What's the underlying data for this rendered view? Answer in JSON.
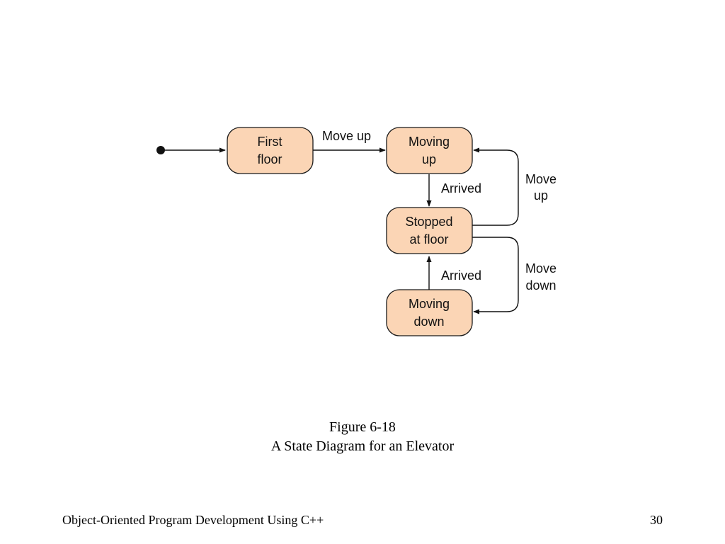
{
  "diagram": {
    "states": {
      "first_floor": [
        "First",
        "floor"
      ],
      "moving_up": [
        "Moving",
        "up"
      ],
      "stopped_at_floor": [
        "Stopped",
        "at floor"
      ],
      "moving_down": [
        "Moving",
        "down"
      ]
    },
    "transitions": {
      "first_floor_to_moving_up": [
        "Move up"
      ],
      "moving_up_to_stopped": [
        "Arrived"
      ],
      "moving_down_to_stopped": [
        "Arrived"
      ],
      "stopped_to_moving_up": [
        "Move",
        "up"
      ],
      "stopped_to_moving_down": [
        "Move",
        "down"
      ]
    }
  },
  "caption": {
    "number": "Figure 6-18",
    "title": "A State Diagram for an Elevator"
  },
  "footer": {
    "course": "Object-Oriented Program Development Using C++",
    "page": "30"
  },
  "colors": {
    "state_fill": "#fbd5b5",
    "line": "#111111"
  }
}
